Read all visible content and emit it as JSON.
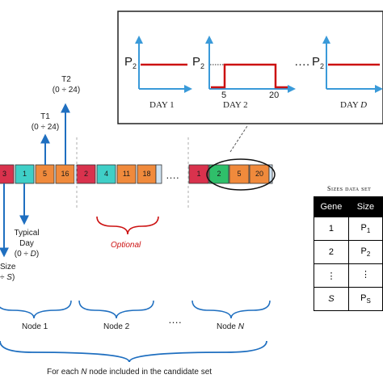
{
  "inset": {
    "panels": [
      {
        "y_label": "P",
        "y_sub": "2",
        "day_label": "DAY 1",
        "tick_a": "",
        "tick_b": ""
      },
      {
        "y_label": "P",
        "y_sub": "2",
        "day_label": "DAY 2",
        "tick_a": "5",
        "tick_b": "20"
      },
      {
        "y_label": "P",
        "y_sub": "2",
        "day_label": "DAY",
        "day_var": "D",
        "tick_a": "",
        "tick_b": ""
      }
    ],
    "ellipsis": "…."
  },
  "chromosome": {
    "node1": [
      "3",
      "1",
      "5",
      "16"
    ],
    "node2": [
      "2",
      "4",
      "11",
      "18"
    ],
    "nodeN": [
      "1",
      "2",
      "5",
      "20"
    ],
    "ellipsis": "….",
    "colors": {
      "red": "#d9324d",
      "cyan": "#3fcfc7",
      "orange": "#f08a3c",
      "green": "#2fbf6a"
    }
  },
  "annotations": {
    "t2": {
      "name": "T2",
      "range": "(0 ÷ 24)"
    },
    "t1": {
      "name": "T1",
      "range": "(0 ÷ 24)"
    },
    "typical_day": {
      "line1": "Typical",
      "line2": "Day",
      "range_open": "(0 ÷ ",
      "range_var": "D",
      "range_close": ")"
    },
    "size": {
      "line1": "Size",
      "range_open": "÷ ",
      "range_var": "S",
      "range_close": ")"
    },
    "optional": "Optional"
  },
  "nodes": {
    "node1": "Node 1",
    "node2": "Node 2",
    "nodeN_prefix": "Node ",
    "nodeN_var": "N",
    "ellipsis": "….",
    "footer_prefix": "For each ",
    "footer_var": "N",
    "footer_suffix": " node included in the candidate set"
  },
  "sizes_table": {
    "title": "Sizes data set",
    "headers": [
      "Gene",
      "Size"
    ],
    "rows": [
      {
        "gene": "1",
        "size": "P",
        "size_sub": "1"
      },
      {
        "gene": "2",
        "size": "P",
        "size_sub": "2"
      },
      {
        "gene": "⋮",
        "size": "⋮",
        "size_sub": ""
      },
      {
        "gene": "S",
        "size": "P",
        "size_sub": "S"
      }
    ]
  }
}
